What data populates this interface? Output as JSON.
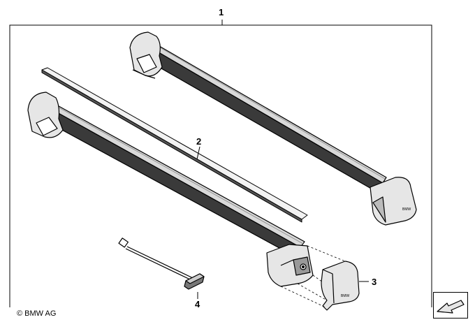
{
  "callouts": {
    "assembly": "1",
    "rubber_strip": "2",
    "end_cap": "3",
    "key": "4"
  },
  "end_cap_logo": "BMW",
  "copyright": "© BMW AG",
  "colors": {
    "line": "#000000",
    "bar_top": "#d9d9d9",
    "bar_side": "#3a3a3a",
    "foot": "#cfcfcf"
  },
  "nav_icon": "arrow-down-left-icon"
}
